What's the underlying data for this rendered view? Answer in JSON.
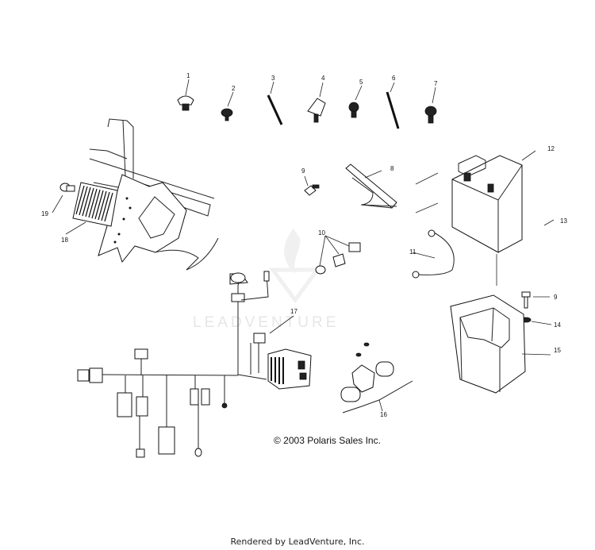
{
  "callouts": [
    "1",
    "2",
    "3",
    "4",
    "5",
    "6",
    "7",
    "8",
    "9",
    "9",
    "10",
    "11",
    "12",
    "13",
    "14",
    "15",
    "16",
    "17",
    "18",
    "19"
  ],
  "copyright": "© 2003 Polaris Sales Inc.",
  "watermark": "LEADVENTURE",
  "footer": "Rendered by LeadVenture, Inc.",
  "colors": {
    "ink": "#111111",
    "watermark": "#e6e6e6",
    "background": "#ffffff"
  }
}
